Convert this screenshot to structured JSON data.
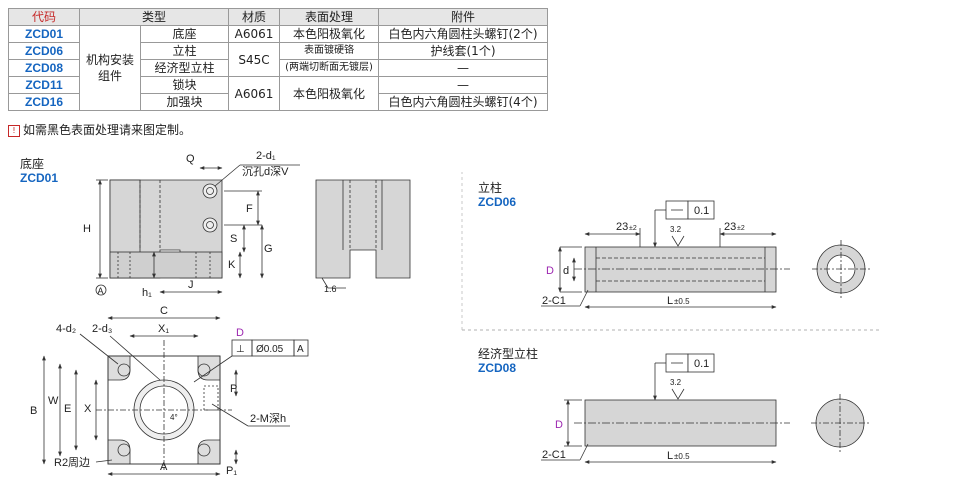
{
  "table": {
    "headers": {
      "code": "代码",
      "type": "类型",
      "material": "材质",
      "surface": "表面处理",
      "accessory": "附件"
    },
    "type_group": "机构安装组件",
    "rows": [
      {
        "code": "ZCD01",
        "type": "底座",
        "material": "A6061",
        "surface": "本色阳极氧化",
        "accessory": "白色内六角圆柱头螺钉(2个)"
      },
      {
        "code": "ZCD06",
        "type": "立柱",
        "material": "S45C",
        "surface": "表面镀硬铬",
        "accessory": "护线套(1个)"
      },
      {
        "code": "ZCD08",
        "type": "经济型立柱",
        "material": "",
        "surface": "(两端切断面无镀层)",
        "accessory": "—"
      },
      {
        "code": "ZCD11",
        "type": "锁块",
        "material": "A6061",
        "surface": "本色阳极氧化",
        "accessory": "—"
      },
      {
        "code": "ZCD16",
        "type": "加强块",
        "material": "",
        "surface": "",
        "accessory": "白色内六角圆柱头螺钉(4个)"
      }
    ]
  },
  "note": {
    "icon": "info-mark-icon",
    "text": "如需黑色表面处理请来图定制。"
  },
  "drawings": {
    "base": {
      "name": "底座",
      "code": "ZCD01",
      "labels": {
        "q": "Q",
        "d1": "2-d₁",
        "counterbore": "沉孔d深V",
        "h": "H",
        "f": "F",
        "s": "S",
        "g": "G",
        "k": "K",
        "h1": "h₁",
        "j": "J",
        "a_marker": "A",
        "roughness": "1.6"
      }
    },
    "base_top": {
      "labels": {
        "c": "C",
        "x1": "X₁",
        "d2": "4-d₂",
        "d3": "2-d₃",
        "d_mark": "D",
        "flatness": "Ø0.05",
        "datum": "A",
        "b": "B",
        "w": "W",
        "e": "E",
        "x": "X",
        "p": "P",
        "m": "2-M深h",
        "p1": "P₁",
        "r2": "R2周边",
        "a": "A",
        "angle": "4°"
      }
    },
    "post": {
      "name": "立柱",
      "code": "ZCD06",
      "labels": {
        "straightness": "0.1",
        "dim_left": "23",
        "dim_right": "23",
        "tol": "±2",
        "roughness": "3.2",
        "d_big": "D",
        "d_small": "d",
        "chamfer": "2-C1",
        "length": "L",
        "length_tol": "±0.5"
      }
    },
    "econ_post": {
      "name": "经济型立柱",
      "code": "ZCD08",
      "labels": {
        "straightness": "0.1",
        "roughness": "3.2",
        "d_big": "D",
        "chamfer": "2-C1",
        "length": "L",
        "length_tol": "±0.5"
      }
    }
  },
  "colors": {
    "code_blue": "#1565c0",
    "header_red": "#c62828",
    "part_gray": "#d6d6d6"
  }
}
